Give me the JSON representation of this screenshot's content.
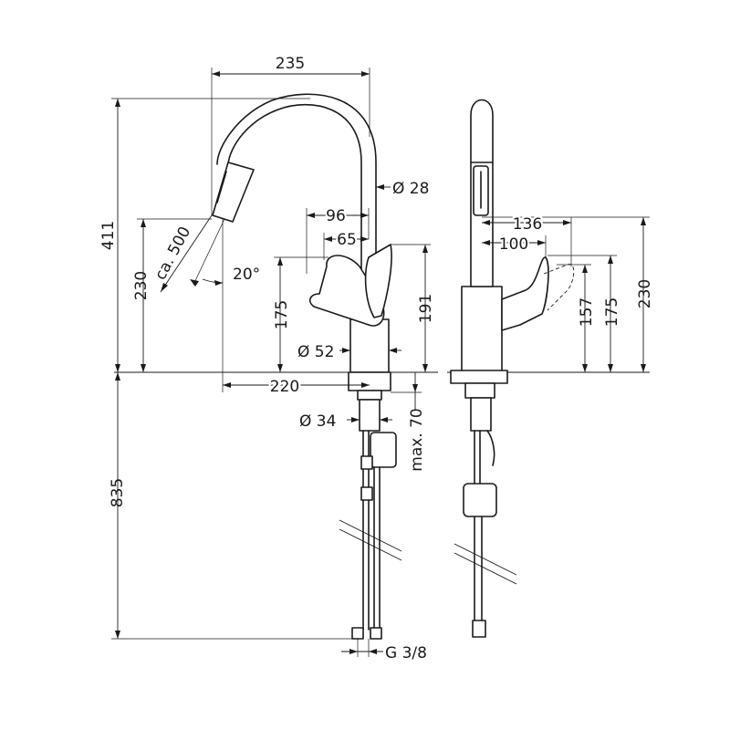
{
  "side_view": {
    "dim_spout_reach": "235",
    "dim_total_height": "411",
    "dim_pullout_length": "ca. 500",
    "dim_outlet_height": "230",
    "dim_angle": "20°",
    "dim_spout_diameter": "Ø 28",
    "dim_handle_96": "96",
    "dim_handle_65": "65",
    "dim_lever_height": "175",
    "dim_lever_top": "191",
    "dim_base_diameter": "Ø 52",
    "dim_projection": "220",
    "dim_shank_diameter": "Ø 34",
    "dim_counter_thickness": "max. 70",
    "dim_hose_length": "835",
    "dim_connection": "G 3/8"
  },
  "front_view": {
    "dim_136": "136",
    "dim_100": "100",
    "dim_157": "157",
    "dim_175": "175",
    "dim_230": "230"
  }
}
